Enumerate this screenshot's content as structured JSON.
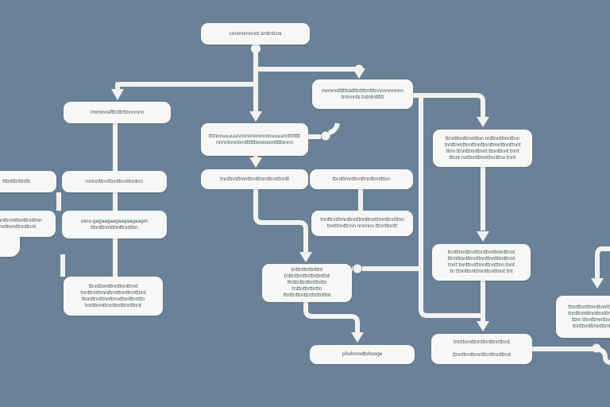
{
  "diagram": {
    "type": "flowchart",
    "description": "Flowchart of white rounded nodes connected by white elbow arrows on a slate-blue background; node labels are tiny illegible glyph text",
    "colors": {
      "background": "#6b8198",
      "node_fill": "#f7f8f5",
      "connector": "#f2f3f0",
      "text": "#3d4a58"
    },
    "nodes": {
      "top": {
        "lines": [
          "conmnmnnot smtntcns"
        ]
      },
      "l1": {
        "lines": [
          "immmnsfttnttrttnnnnnn"
        ]
      },
      "t2": {
        "lines": [
          "mnnnnttttttddttntttmtttnnnnnnnnnn",
          "tntnnnts tntntnttttt"
        ]
      },
      "c1": {
        "lines": [
          "tttnnnuuuuunnnnnnnnnnnnuuuunnttttttt",
          "nnnntnnntnnttttttoooooonttttonnn"
        ]
      },
      "e1": {
        "lines": [
          "tttntttnttnttt"
        ]
      },
      "l2": {
        "lines": [
          "nntnnttnnttnnttnnttnntnn"
        ]
      },
      "c2": {
        "lines": [
          "tnnttnnttmnttnnttnmttnnttnntt"
        ]
      },
      "c2b": {
        "lines": [
          "ttnnttmnttnnttnnttmnttnn"
        ]
      },
      "e2": {
        "lines": [
          "tnttnnttnmttnnttnnttnn",
          "ttnnttnmttnnttnnt"
        ]
      },
      "l3": {
        "lines": [
          "osco-gagaagaagaagaagaagm",
          "ttnnttnmttnnttnnttnn"
        ]
      },
      "c3b": {
        "lines": [
          "tnnttnnttmnttnnttnnttnnttmnttnnttnn",
          "tnnttnnttnnn  nnnnnn  ttnnttnntt"
        ]
      },
      "r1": {
        "lines": [
          "ttnnttnnttmnttnn nnttnnttmnttnn",
          "tnnttnmttnnttnnttnnttmnttnnttnnt",
          "ttnn ttnnttmnttnnt ttnnttnnt tnnt",
          "ttnnt  nnttnnttmnttnnttnn  tnnt"
        ]
      },
      "r2": {
        "lines": [
          "tnnttnmttnnttnnttnnttmnttnnt",
          "ttnnttnnttmnttnnttnnttnnttnnt",
          "tnnt tnnttnnttmnttnnttnn tnnt",
          "tn ttnnttnnttmnttnnttnnt tnt"
        ]
      },
      "l4": {
        "lines": [
          "ttnnttnmttnnttnnttnnt",
          "tnnttnnttmnttnnttnnttnnttnnt",
          "ttnnttnnttnnttmnttnnttnnttn",
          "tnnttnmttnnttnnttnnttnnt"
        ]
      },
      "c3": {
        "lines": [
          "tnttnttnttnttnt",
          "tnttnttmttnttnttnttnt",
          "ttnttnttnttmttnttn",
          "tnttnttnttnttn",
          "ttnttnttmttnttnttnttnt"
        ]
      },
      "r4": {
        "lines": [
          "ttnnttnnttmnttnnttnn",
          "tnnttnmttnnttnnttnnt",
          "ttnn  ttnnttmnttnn",
          "tnnttnnttmnttnnt"
        ]
      },
      "c4": {
        "lines": [
          "phohorodtohooge"
        ]
      },
      "r3": {
        "lines": [
          "tnnttnmttnnttnnttnnttnnt",
          "ttnnttnnttmnttnnttnnttnnt"
        ]
      }
    }
  }
}
